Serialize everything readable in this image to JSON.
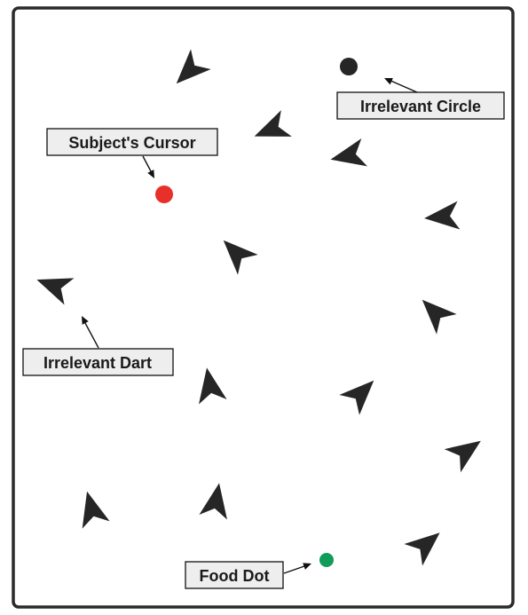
{
  "labels": {
    "irrelevant_circle": "Irrelevant Circle",
    "subject_cursor": "Subject's Cursor",
    "irrelevant_dart": "Irrelevant Dart",
    "food_dot": "Food Dot"
  },
  "colors": {
    "cursor": "#e8302b",
    "food_dot": "#0f9d58",
    "irrelevant_circle": "#262626",
    "dart": "#262626"
  },
  "icons": [
    "dart-icon",
    "cursor-dot",
    "food-dot",
    "circle-distractor"
  ]
}
